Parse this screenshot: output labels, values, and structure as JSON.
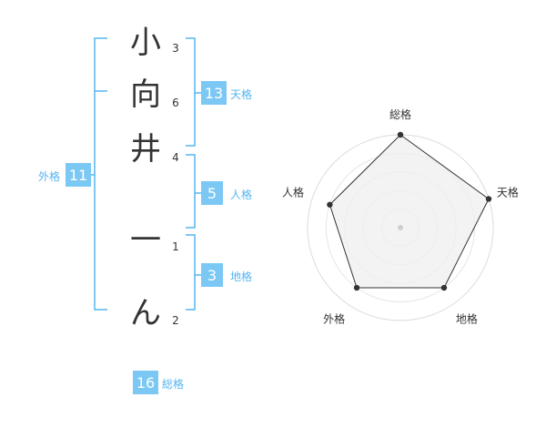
{
  "name": {
    "characters": [
      {
        "char": "小",
        "strokes": "3"
      },
      {
        "char": "向",
        "strokes": "6"
      },
      {
        "char": "井",
        "strokes": "4"
      },
      {
        "char": "一",
        "strokes": "1"
      },
      {
        "char": "ん",
        "strokes": "2"
      }
    ]
  },
  "fortunes": {
    "tenkaku": {
      "value": "13",
      "label": "天格"
    },
    "jinkaku": {
      "value": "5",
      "label": "人格"
    },
    "chikaku": {
      "value": "3",
      "label": "地格"
    },
    "gaikaku": {
      "value": "11",
      "label": "外格"
    },
    "soukaku": {
      "value": "16",
      "label": "総格"
    }
  },
  "colors": {
    "accent": "#55b5f0",
    "box": "#7cc8f5",
    "text": "#333333"
  },
  "chart_data": {
    "type": "radar",
    "axes": [
      "総格",
      "天格",
      "地格",
      "外格",
      "人格"
    ],
    "values": [
      1.0,
      1.0,
      0.8,
      0.8,
      0.8
    ],
    "range": [
      0,
      1
    ],
    "rings": 5
  }
}
